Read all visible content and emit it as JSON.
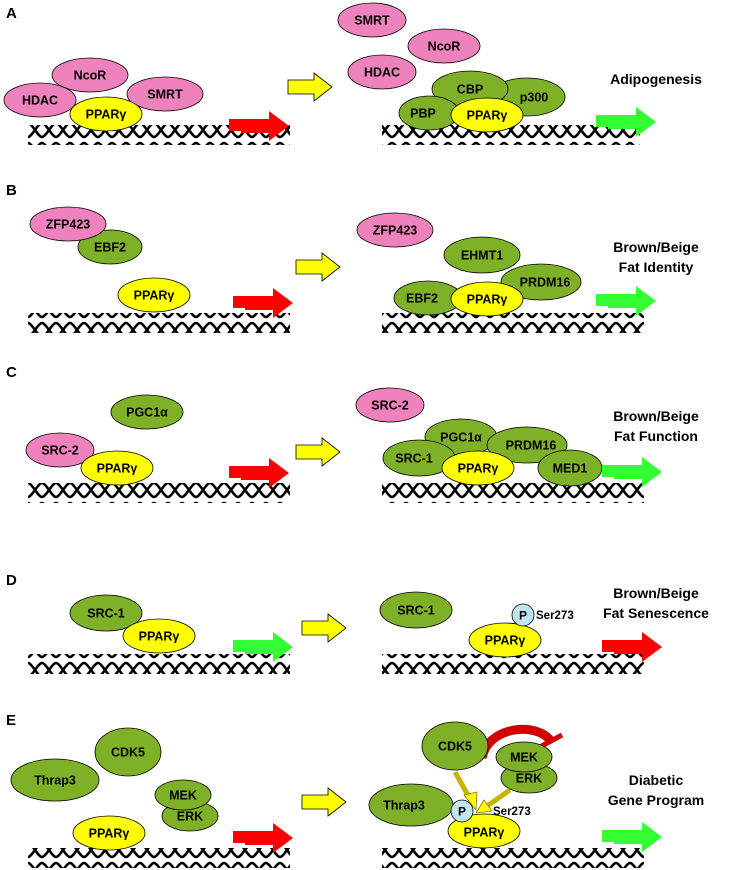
{
  "colors": {
    "pink": "#ee82bc",
    "green": "#7fb128",
    "yellow": "#ffff00",
    "phospho": "#bfe6ee",
    "red_arrow": "#ff0000",
    "green_arrow": "#33ff33",
    "transition_arrow": "#ffff00",
    "inhibit_arrow": "#d00000"
  },
  "panels": {
    "A": {
      "letter": "A",
      "before": {
        "hdac": "HDAC",
        "ncor": "NcoR",
        "smrt": "SMRT",
        "ppar": "PPARγ"
      },
      "after": {
        "smrt": "SMRT",
        "ncor": "NcoR",
        "hdac": "HDAC",
        "cbp": "CBP",
        "p300": "p300",
        "pbp": "PBP",
        "ppar": "PPARγ"
      },
      "outcome_lines": [
        "Adipogenesis"
      ]
    },
    "B": {
      "letter": "B",
      "before": {
        "zfp423": "ZFP423",
        "ebf2": "EBF2",
        "ppar": "PPARγ"
      },
      "after": {
        "zfp423": "ZFP423",
        "ehmt1": "EHMT1",
        "prdm16": "PRDM16",
        "ebf2": "EBF2",
        "ppar": "PPARγ"
      },
      "outcome_lines": [
        "Brown/Beige",
        "Fat Identity"
      ]
    },
    "C": {
      "letter": "C",
      "before": {
        "pgc1a": "PGC1α",
        "src2": "SRC-2",
        "ppar": "PPARγ"
      },
      "after": {
        "src2": "SRC-2",
        "pgc1a": "PGC1α",
        "src1": "SRC-1",
        "prdm16": "PRDM16",
        "ppar": "PPARγ",
        "med1": "MED1"
      },
      "outcome_lines": [
        "Brown/Beige",
        "Fat Function"
      ]
    },
    "D": {
      "letter": "D",
      "before": {
        "src1": "SRC-1",
        "ppar": "PPARγ"
      },
      "after": {
        "src1": "SRC-1",
        "p": "P",
        "ser": "Ser273",
        "ppar": "PPARγ"
      },
      "outcome_lines": [
        "Brown/Beige",
        "Fat Senescence"
      ]
    },
    "E": {
      "letter": "E",
      "before": {
        "cdk5": "CDK5",
        "thrap3": "Thrap3",
        "mek": "MEK",
        "erk": "ERK",
        "ppar": "PPARγ"
      },
      "after": {
        "cdk5": "CDK5",
        "mek": "MEK",
        "erk": "ERK",
        "thrap3": "Thrap3",
        "p": "P",
        "ser": "Ser273",
        "ppar": "PPARγ"
      },
      "outcome_lines": [
        "Diabetic",
        "Gene Program"
      ]
    }
  }
}
